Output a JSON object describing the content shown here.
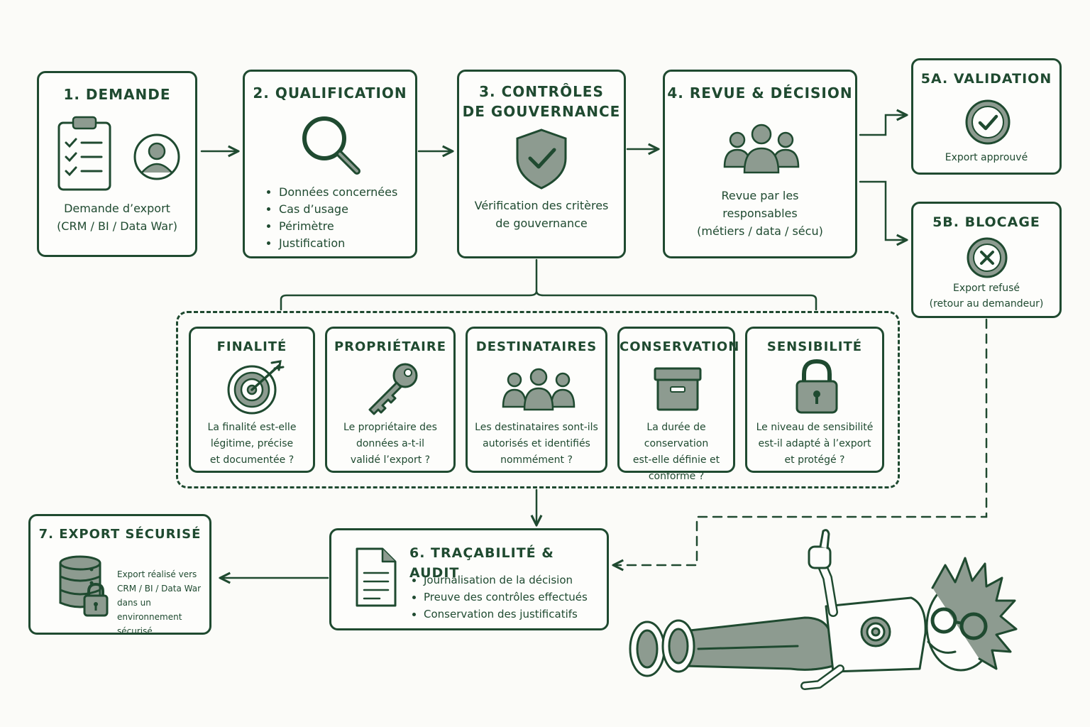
{
  "steps": {
    "demande": {
      "title": "1. Demande",
      "text": [
        "Demande d’export",
        "(CRM / BI / Data War)"
      ]
    },
    "qualification": {
      "title": "2. Qualification",
      "items": [
        "Données concernées",
        "Cas d’usage",
        "Périmètre",
        "Justification"
      ]
    },
    "controles": {
      "title_lines": [
        "3. Contrôles",
        "de gouvernance"
      ],
      "text": [
        "Vérification des critères",
        "de gouvernance"
      ]
    },
    "revue": {
      "title": "4. Revue & décision",
      "text": [
        "Revue par les",
        "responsables",
        "(métiers / data / sécu)"
      ]
    },
    "validation": {
      "title": "5A. Validation",
      "text": [
        "Export approuvé"
      ]
    },
    "blocage": {
      "title": "5B. Blocage",
      "text": [
        "Export refusé",
        "(retour au demandeur)"
      ]
    },
    "tracabilite": {
      "title": "6. Traçabilité & audit",
      "items": [
        "Journalisation de la décision",
        "Preuve des contrôles effectués",
        "Conservation des justificatifs"
      ]
    },
    "export": {
      "title": "7. Export sécurisé",
      "text": [
        "Export réalisé vers",
        "CRM / BI / Data War",
        "dans un environnement",
        "sécurisé"
      ]
    }
  },
  "criteria": [
    {
      "title": "Finalité",
      "icon": "target-icon",
      "text": [
        "La finalité est-elle",
        "légitime, précise",
        "et documentée ?"
      ]
    },
    {
      "title": "Propriétaire",
      "icon": "key-icon",
      "text": [
        "Le propriétaire des",
        "données a-t-il",
        "validé l’export ?"
      ]
    },
    {
      "title": "Destinataires",
      "icon": "people-icon",
      "text": [
        "Les destinataires sont-ils",
        "autorisés et identifiés",
        "nommément ?"
      ]
    },
    {
      "title": "Conservation",
      "icon": "archive-box-icon",
      "text": [
        "La durée de conservation",
        "est-elle définie et",
        "conforme ?"
      ]
    },
    {
      "title": "Sensibilité",
      "icon": "padlock-icon",
      "text": [
        "Le niveau de sensibilité",
        "est-il adapté à l’export",
        "et protégé ?"
      ]
    }
  ],
  "colors": {
    "ink": "#1f4a30",
    "fill": "#8d9b90",
    "background": "#fbfbf8"
  }
}
